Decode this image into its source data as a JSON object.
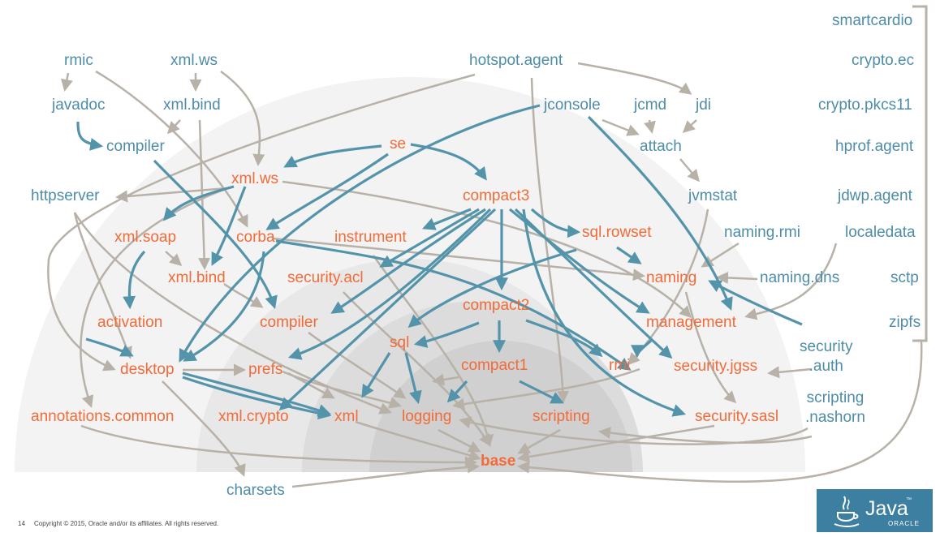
{
  "modules": {
    "smartcardio": "smartcardio",
    "crypto_ec": "crypto.ec",
    "crypto_pkcs11": "crypto.pkcs11",
    "hprof_agent": "hprof.agent",
    "jdwp_agent": "jdwp.agent",
    "localedata": "localedata",
    "sctp": "sctp",
    "zipfs": "zipfs",
    "rmic": "rmic",
    "xml_ws_tool": "xml.ws",
    "hotspot_agent": "hotspot.agent",
    "javadoc": "javadoc",
    "xml_bind_tool": "xml.bind",
    "jconsole": "jconsole",
    "jcmd": "jcmd",
    "jdi": "jdi",
    "compiler_tool": "compiler",
    "attach": "attach",
    "httpserver": "httpserver",
    "jvmstat": "jvmstat",
    "naming_rmi": "naming.rmi",
    "naming_dns": "naming.dns",
    "security_auth": "security\n.auth",
    "scripting_nashorn": "scripting\n.nashorn",
    "charsets": "charsets",
    "se": "se",
    "xml_ws": "xml.ws",
    "compact3": "compact3",
    "xml_soap": "xml.soap",
    "corba": "corba",
    "instrument": "instrument",
    "sql_rowset": "sql.rowset",
    "xml_bind": "xml.bind",
    "security_acl": "security.acl",
    "naming": "naming",
    "activation": "activation",
    "compiler": "compiler",
    "compact2": "compact2",
    "management": "management",
    "sql": "sql",
    "desktop": "desktop",
    "prefs": "prefs",
    "compact1": "compact1",
    "rmi": "rmi",
    "security_jgss": "security.jgss",
    "annotations_common": "annotations.common",
    "xml_crypto": "xml.crypto",
    "xml": "xml",
    "logging": "logging",
    "scripting": "scripting",
    "security_sasl": "security.sasl",
    "base": "base"
  },
  "footer": {
    "page_number": "14",
    "copyright": "Copyright © 2015, Oracle and/or its affiliates. All rights reserved."
  },
  "logo": {
    "java": "Java",
    "tm": "™",
    "oracle": "ORACLE"
  },
  "colors": {
    "orange": "#f26b38",
    "blue": "#4e8da8",
    "gray_arrow": "#b7b1a8",
    "blue_arrow": "#5494ab"
  }
}
